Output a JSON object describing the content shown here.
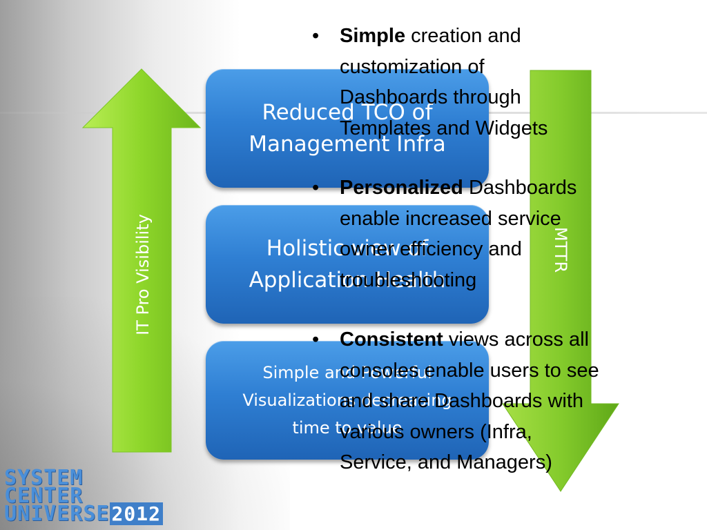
{
  "left_arrow": {
    "label": "IT Pro Visibility",
    "color": "#8cd62a"
  },
  "right_arrow": {
    "label": "MTTR",
    "color": "#7fc52a"
  },
  "boxes": [
    {
      "lines": [
        "Reduced TCO of",
        "Management Infra"
      ]
    },
    {
      "lines": [
        "Holistic view of",
        "Application Health"
      ]
    },
    {
      "lines": [
        "Simple and Powerful",
        "Visualizations decreasing",
        "time to value"
      ]
    }
  ],
  "bullets": [
    {
      "bold": "Simple",
      "rest_lines": [
        " creation and",
        "customization of",
        "Dashboards through",
        "Templates and Widgets"
      ]
    },
    {
      "bold": "Personalized",
      "rest_lines": [
        " Dashboards",
        "enable increased service",
        "owner efficiency and",
        "troubleshooting"
      ]
    },
    {
      "bold": "Consistent",
      "rest_lines": [
        " views across all",
        "consoles enable users to see",
        "and share Dashboards with",
        "various owners (Infra,",
        "Service, and Managers)"
      ]
    }
  ],
  "logo": {
    "line1": "SYSTEM",
    "line2": "CENTER",
    "line3": "UNIVERSE",
    "year": "2012",
    "color": "#4a8fd9"
  }
}
